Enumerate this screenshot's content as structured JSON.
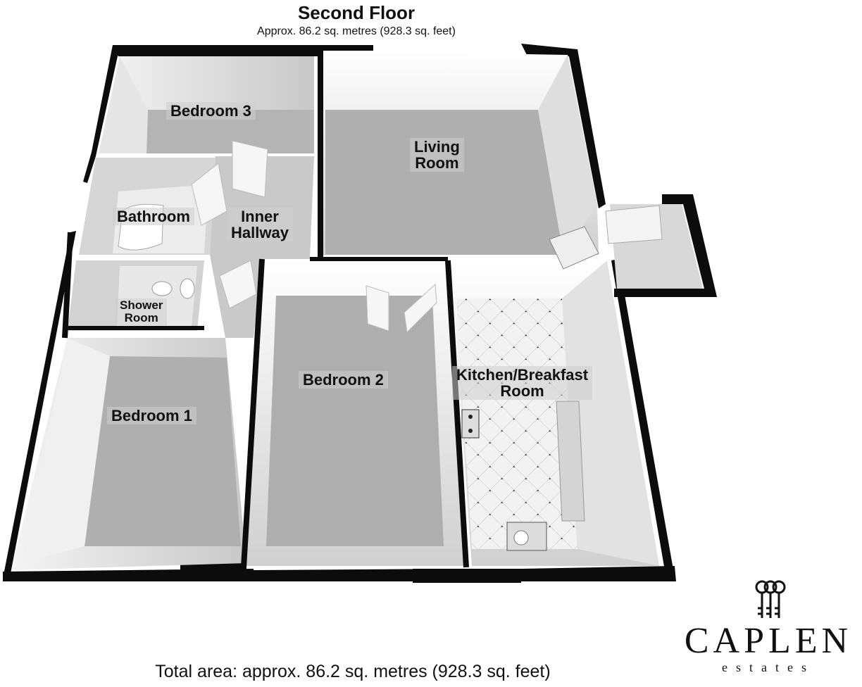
{
  "floor": {
    "title": "Second Floor",
    "area": "Approx. 86.2 sq. metres (928.3 sq. feet)"
  },
  "rooms": {
    "bedroom3": "Bedroom 3",
    "living_room": "Living\nRoom",
    "bathroom": "Bathroom",
    "inner_hallway": "Inner\nHallway",
    "shower_room": "Shower\nRoom",
    "bedroom2": "Bedroom 2",
    "kitchen": "Kitchen/Breakfast\nRoom",
    "bedroom1": "Bedroom 1"
  },
  "footer": {
    "total_area": "Total area: approx. 86.2 sq. metres (928.3 sq. feet)"
  },
  "brand": {
    "name": "CAPLEN",
    "sub": "estates"
  }
}
